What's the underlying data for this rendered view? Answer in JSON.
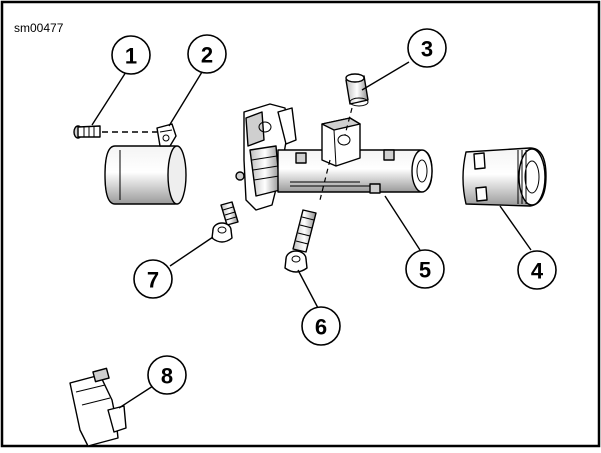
{
  "figure_code": "sm00477",
  "callouts": [
    {
      "number": "1"
    },
    {
      "number": "2"
    },
    {
      "number": "3"
    },
    {
      "number": "4"
    },
    {
      "number": "5"
    },
    {
      "number": "6"
    },
    {
      "number": "7"
    },
    {
      "number": "8"
    }
  ],
  "colors": {
    "border": "#000000",
    "part_fill": "#ffffff",
    "part_shade": "#cfcfcf",
    "part_dark": "#8a8a8a"
  }
}
